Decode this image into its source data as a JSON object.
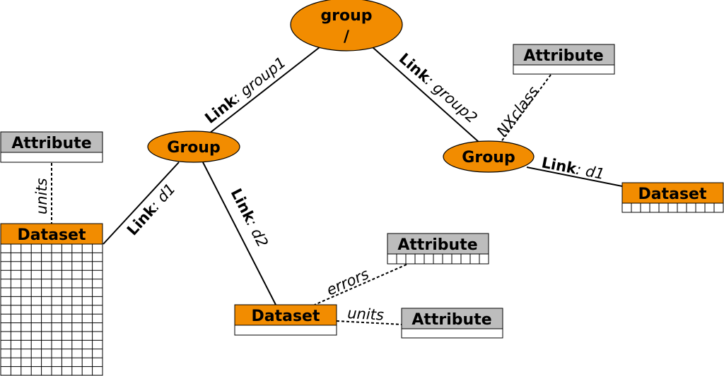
{
  "nodes": {
    "root": {
      "title": "group",
      "subtitle": "/"
    },
    "group_left": {
      "label": "Group"
    },
    "group_right": {
      "label": "Group"
    },
    "dataset_left": {
      "label": "Dataset"
    },
    "dataset_bottom": {
      "label": "Dataset"
    },
    "dataset_right": {
      "label": "Dataset"
    },
    "attribute_left": {
      "label": "Attribute"
    },
    "attribute_top_right": {
      "label": "Attribute"
    },
    "attribute_errors": {
      "label": "Attribute"
    },
    "attribute_units": {
      "label": "Attribute"
    }
  },
  "links": {
    "group1": {
      "keyword": "Link",
      "sep": ": ",
      "name": "group1"
    },
    "group2": {
      "keyword": "Link",
      "sep": ": ",
      "name": "group2"
    },
    "left_d1": {
      "keyword": "Link",
      "sep": ": ",
      "name": "d1"
    },
    "left_d2": {
      "keyword": "Link",
      "sep": ": ",
      "name": "d2"
    },
    "right_d1": {
      "keyword": "Link",
      "sep": ": ",
      "name": "d1"
    }
  },
  "attribute_links": {
    "units_left": "units",
    "nxclass": "NXclass",
    "errors": "errors",
    "units_bottom": "units"
  },
  "colors": {
    "group_fill": "#f28c00",
    "dataset_header": "#f28c00",
    "attribute_header": "#bdbdbd"
  }
}
